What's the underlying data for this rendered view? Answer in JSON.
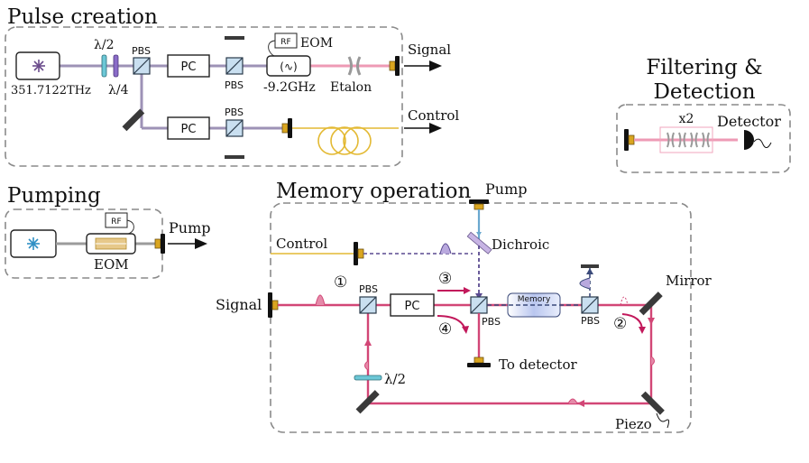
{
  "sections": {
    "pulse_creation": "Pulse creation",
    "filtering_line1": "Filtering &",
    "filtering_line2": "Detection",
    "pumping": "Pumping",
    "memory_operation": "Memory operation"
  },
  "labels": {
    "frequency": "351.7122THz",
    "half_wave": "λ/2",
    "quarter_wave": "λ/4",
    "pbs": "PBS",
    "pc": "PC",
    "rf": "RF",
    "eom": "EOM",
    "detuning": "-9.2GHz",
    "sine": "(∿)",
    "etalon": "Etalon",
    "signal": "Signal",
    "control": "Control",
    "x2": "x2",
    "detector": "Detector",
    "pump": "Pump",
    "dichroic": "Dichroic",
    "memory": "Memory",
    "mirror": "Mirror",
    "to_detector": "To detector",
    "piezo": "Piezo",
    "step1": "①",
    "step2": "②",
    "step3": "③",
    "step4": "④"
  },
  "colors": {
    "signal_beam": "#d24676",
    "control_beam": "#e3b933",
    "pump_beam": "#6aa8cf",
    "source_beam": "#9d92b6",
    "splitter": "#c9dff0",
    "fiber_coupler": "#d9a520"
  }
}
